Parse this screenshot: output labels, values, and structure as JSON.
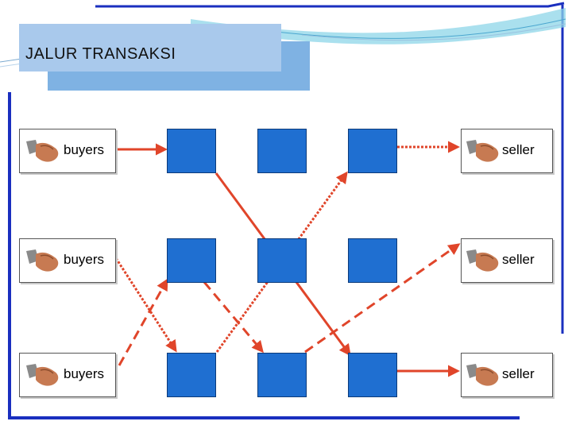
{
  "slide": {
    "title": "JALUR TRANSAKSI"
  },
  "buyers": [
    {
      "label": "buyers",
      "icon": "handshake-icon"
    },
    {
      "label": "buyers",
      "icon": "handshake-icon"
    },
    {
      "label": "buyers",
      "icon": "handshake-icon"
    }
  ],
  "sellers": [
    {
      "label": "seller",
      "icon": "handshake-icon"
    },
    {
      "label": "seller",
      "icon": "handshake-icon"
    },
    {
      "label": "seller",
      "icon": "handshake-icon"
    }
  ],
  "colors": {
    "node_fill": "#1f6fd1",
    "arrow": "#e0452a",
    "border_blue": "#1a2fbf"
  }
}
